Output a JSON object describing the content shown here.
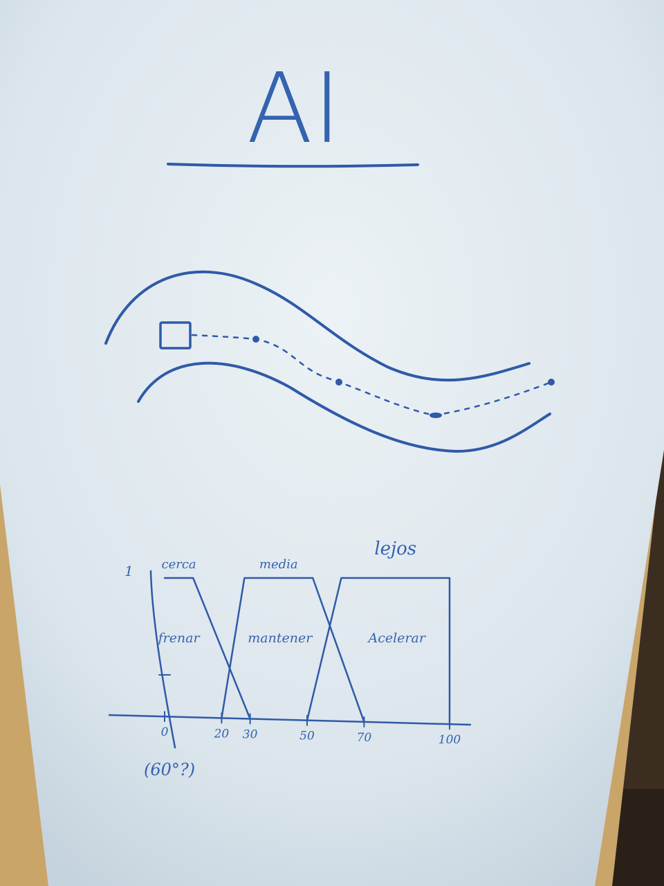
{
  "board": {
    "title": "AI",
    "ink_color": "#2f5aa8",
    "board_color": "#dfe8ee",
    "frame_color": "#c9a56a"
  },
  "chart_data": {
    "type": "line",
    "x_ticks": [
      "0",
      "20",
      "30",
      "50",
      "70",
      "100"
    ],
    "y_ticks": [
      "1"
    ],
    "series": [
      {
        "name": "cerca",
        "action": "frenar",
        "x": [
          0,
          10,
          30
        ],
        "y": [
          1,
          1,
          0
        ]
      },
      {
        "name": "media",
        "action": "mantener",
        "x": [
          20,
          28,
          52,
          70
        ],
        "y": [
          0,
          1,
          1,
          0
        ]
      },
      {
        "name": "lejos",
        "action": "Acelerar",
        "x": [
          50,
          62,
          100,
          100
        ],
        "y": [
          0,
          1,
          1,
          0
        ]
      }
    ],
    "note": "(60°?)"
  }
}
